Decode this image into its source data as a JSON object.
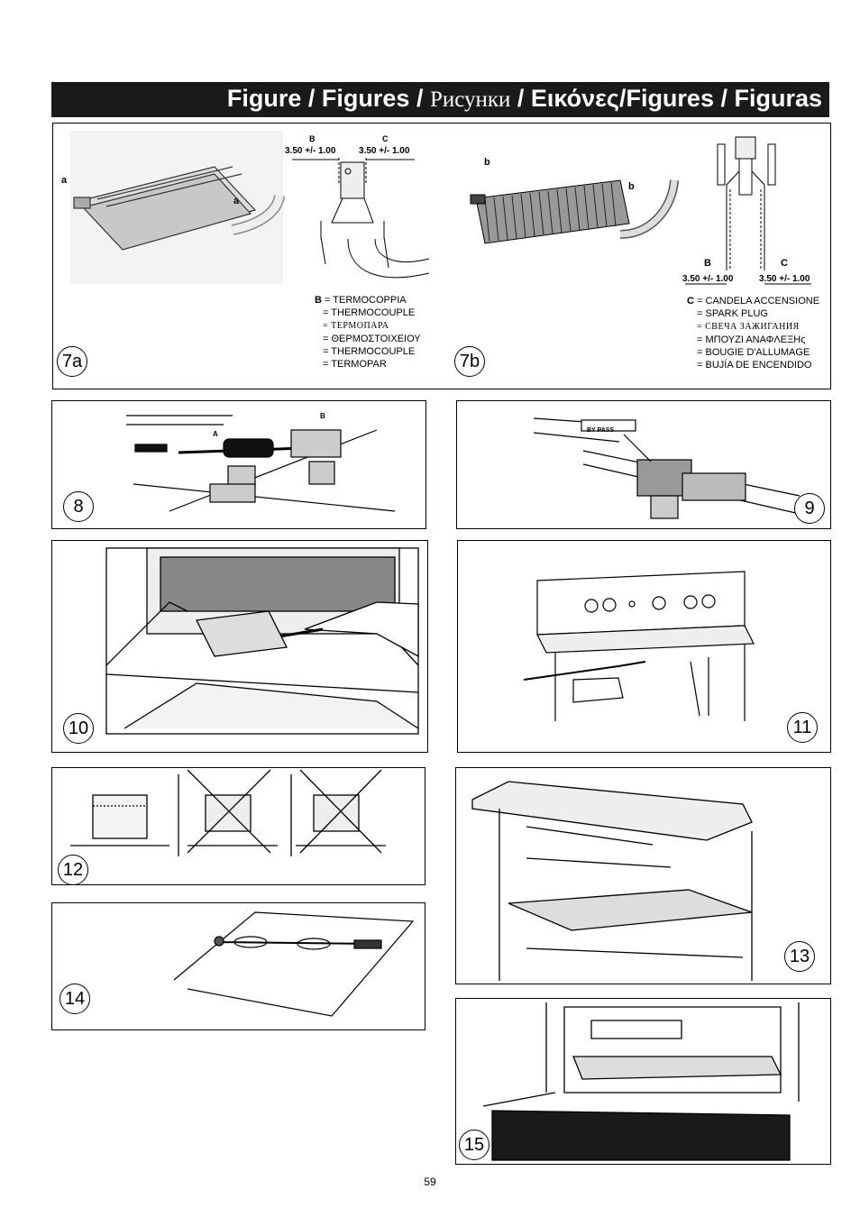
{
  "header": {
    "title_part1": "Figure / Figures / ",
    "title_ru": "Рисунки",
    "title_part2": " / Εικόνες/Figures / Figuras"
  },
  "fig7a": {
    "number": "7a",
    "label_a": "a",
    "label_B": "B",
    "label_C": "C",
    "dim_B": "3.50 +/- 1.00",
    "dim_C": "3.50 +/- 1.00",
    "legend_key": "B",
    "legend": [
      "= TERMOCOPPIA",
      "= THERMOCOUPLE",
      "= ТЕРМОПАРА",
      "= ΘΕΡΜΟΣΤΟΙΧΕΙΟΥ",
      "= THERMOCOUPLE",
      "= TERMOPAR"
    ]
  },
  "fig7b": {
    "number": "7b",
    "label_b": "b",
    "label_B": "B",
    "label_C": "C",
    "dim_B": "3.50 +/- 1.00",
    "dim_C": "3.50 +/- 1.00",
    "legend_key": "C",
    "legend": [
      "= CANDELA ACCENSIONE",
      "= SPARK PLUG",
      "= СВЕЧА ЗАЖИГАНИЯ",
      "= ΜΠΟΥΖΙ ΑΝΑΦΛΕΞΗς",
      "= BOUGIE D'ALLUMAGE",
      "= BUJÍA DE ENCENDIDO"
    ]
  },
  "fig8": {
    "number": "8",
    "label_A": "A",
    "label_B": "B"
  },
  "fig9": {
    "number": "9",
    "label_bypass": "BY PASS"
  },
  "fig10": {
    "number": "10"
  },
  "fig11": {
    "number": "11"
  },
  "fig12": {
    "number": "12"
  },
  "fig13": {
    "number": "13"
  },
  "fig14": {
    "number": "14"
  },
  "fig15": {
    "number": "15"
  },
  "page_number": "59"
}
